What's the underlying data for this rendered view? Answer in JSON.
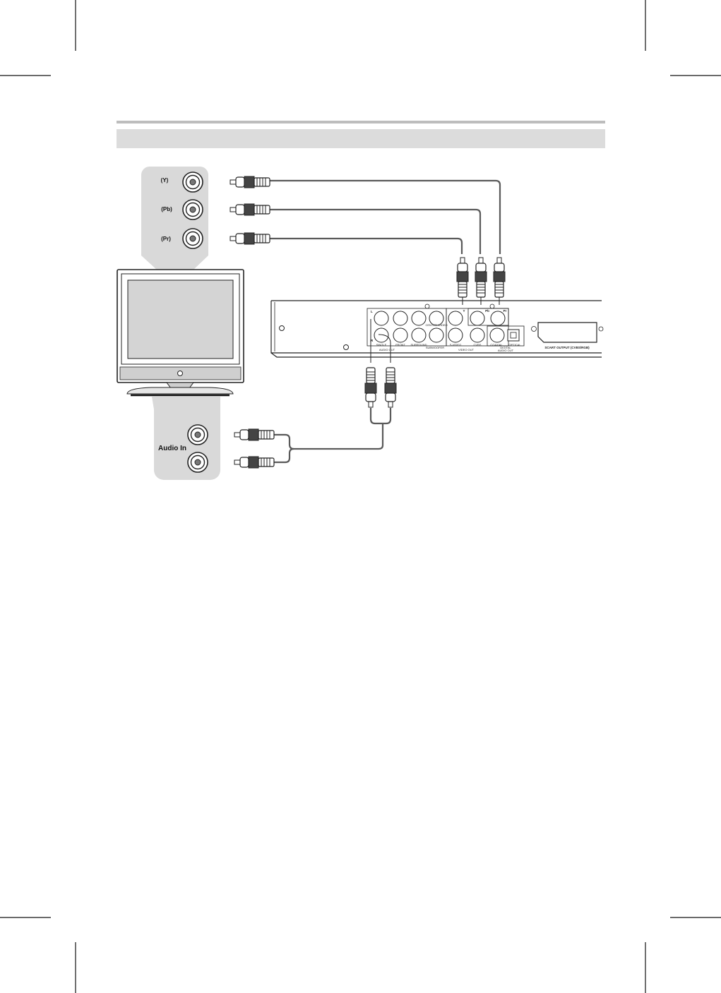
{
  "tv_panel": {
    "video_labels": [
      "(Y)",
      "(Pb)",
      "(Pr)"
    ],
    "audio_label": "Audio In"
  },
  "player": {
    "audio_out_labels": [
      "L",
      "R"
    ],
    "audio_out_jacks": [
      "SINGLE",
      "FRONT",
      "SURROUND",
      "SUBWOOFER"
    ],
    "center_label": "CENTER WIDEO",
    "audio_out_caption": "AUDIO OUT",
    "video_labels": [
      "Y",
      "Pb",
      "Pr"
    ],
    "video_out_jacks": [
      "S-VIDEO",
      "CVBS"
    ],
    "video_out_caption": "VIDEO OUT",
    "coaxial_label": "COAXIAL",
    "digital_label": "DIGITAL",
    "optical_label": "OPTICAL",
    "digital_audio_caption": "AUDIO OUT",
    "scart_label": "SCART OUTPUT (CVBS/RGB)"
  },
  "colors": {
    "band_dark": "#bdbdbd",
    "band_light": "#dcdcdc",
    "panel_bg": "#d9d9d9",
    "cable": "#5a5a5a"
  }
}
